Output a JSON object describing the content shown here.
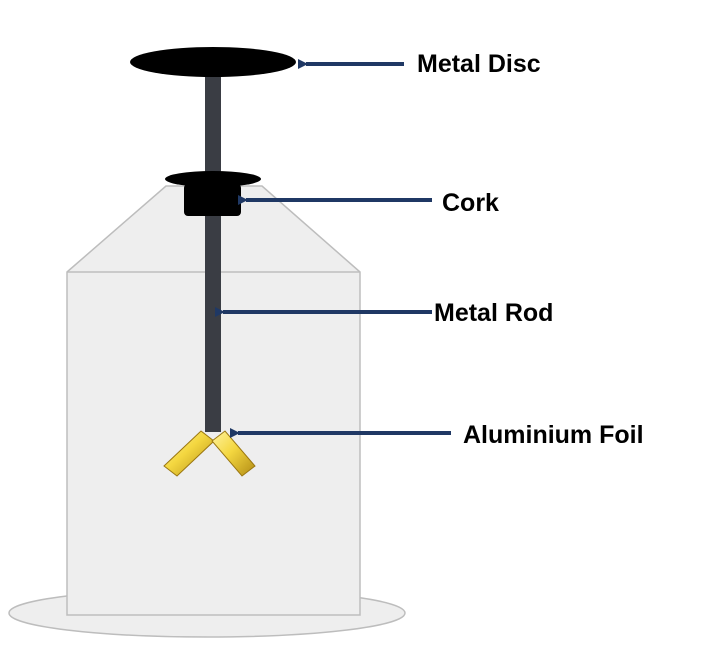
{
  "labels": {
    "metal_disc": "Metal Disc",
    "cork": "Cork",
    "metal_rod": "Metal Rod",
    "aluminium_foil": "Aluminium Foil"
  },
  "colors": {
    "arrow": "#1f3864",
    "rod": "#3a3d44",
    "disc": "#000000",
    "jar_fill": "#eeeeee",
    "jar_stroke": "#bdbdbd",
    "foil_light": "#f4d740",
    "foil_dark": "#b18b14"
  }
}
